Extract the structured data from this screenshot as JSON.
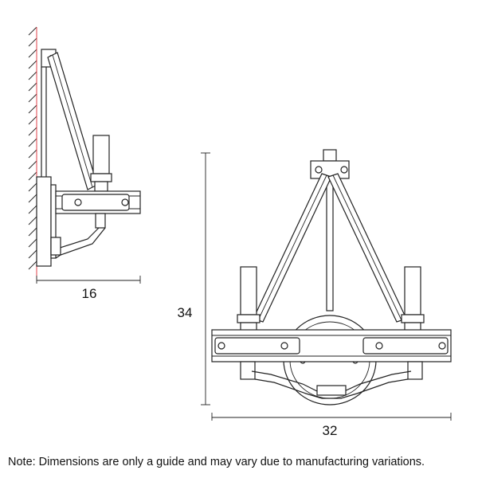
{
  "dimensions": {
    "side_depth": "16",
    "front_height": "34",
    "front_width": "32"
  },
  "note": "Note: Dimensions are only a guide and may vary due to manufacturing variations.",
  "colors": {
    "line": "#222222",
    "wall_line": "#e0424a",
    "background": "#ffffff"
  }
}
